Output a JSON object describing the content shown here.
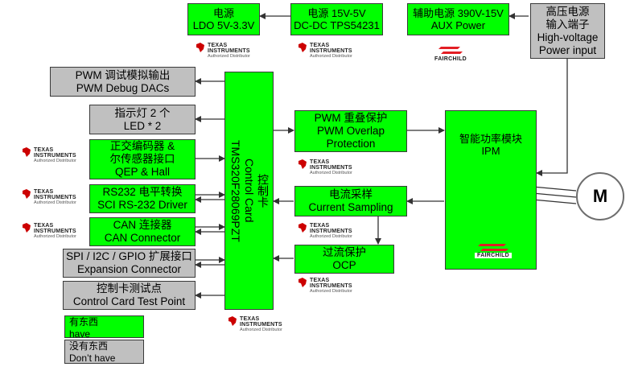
{
  "boxes": {
    "ldo": {
      "l1": "电源",
      "l2": "LDO 5V-3.3V"
    },
    "dcdc": {
      "l1": "电源 15V-5V",
      "l2": "DC-DC TPS54231"
    },
    "aux": {
      "l1": "辅助电源 390V-15V",
      "l2": "AUX Power"
    },
    "hv": {
      "l1": "高压电源",
      "l2": "输入端子",
      "l3": "High-voltage",
      "l4": "Power input"
    },
    "pwm_dac": {
      "l1": "PWM 调试模拟输出",
      "l2": "PWM Debug DACs"
    },
    "led": {
      "l1": "指示灯 2 个",
      "l2": "LED * 2"
    },
    "qep": {
      "l1": "正交编码器 &",
      "l2": "尔传感器接口",
      "l3": "QEP & Hall"
    },
    "rs232": {
      "l1": "RS232 电平转换",
      "l2": "SCI  RS-232 Driver"
    },
    "can": {
      "l1": "CAN 连接器",
      "l2": "CAN Connector"
    },
    "spi": {
      "l1": "SPI / I2C / GPIO 扩展接口",
      "l2": "Expansion Connector"
    },
    "testpoint": {
      "l1": "控制卡测试点",
      "l2": "Control Card Test Point"
    },
    "control_card": {
      "l1": "控制卡",
      "l2": "Control Card",
      "l3": "TMS320F28069PZT"
    },
    "pwm_overlap": {
      "l1": "PWM 重叠保护",
      "l2": "PWM Overlap",
      "l3": "Protection"
    },
    "current": {
      "l1": "电流采样",
      "l2": "Current Sampling"
    },
    "ocp": {
      "l1": "过流保护",
      "l2": "OCP"
    },
    "ipm": {
      "l1": "智能功率模块",
      "l2": "IPM"
    }
  },
  "motor_label": "M",
  "legend": {
    "have_cn": "有东西",
    "have_en": "have",
    "donthave_cn": "没有东西",
    "donthave_en": "Don’t have"
  },
  "logos": {
    "ti_line1": "TEXAS",
    "ti_line2": "INSTRUMENTS",
    "ti_line3": "Authorized Distributor",
    "fairchild": "FAIRCHILD"
  },
  "colors": {
    "have": "#00ff00",
    "dont_have": "#c0c0c0",
    "ti_red": "#cc0000",
    "fairchild_red": "#e31e24"
  }
}
